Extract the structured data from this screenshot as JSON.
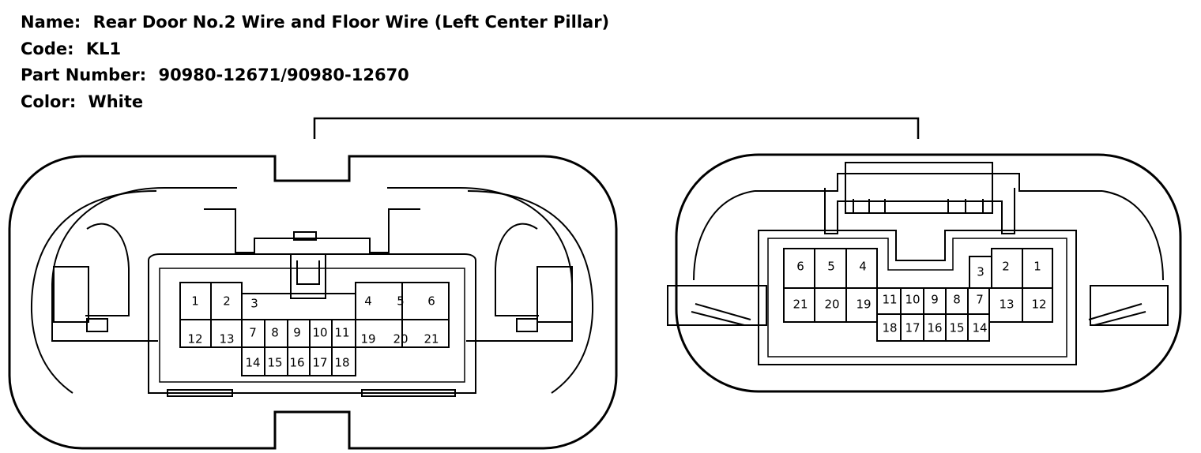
{
  "header": {
    "name_label": "Name:",
    "name_value": "Rear Door No.2 Wire and Floor Wire (Left Center Pillar)",
    "code_label": "Code:",
    "code_value": "KL1",
    "part_label": "Part Number:",
    "part_value": "90980-12671/90980-12670",
    "color_label": "Color:",
    "color_value": "White"
  },
  "left_connector": {
    "pins": [
      "1",
      "2",
      "3",
      "4",
      "5",
      "6",
      "7",
      "8",
      "9",
      "10",
      "11",
      "12",
      "13",
      "14",
      "15",
      "16",
      "17",
      "18",
      "19",
      "20",
      "21"
    ]
  },
  "right_connector": {
    "pins": [
      "1",
      "2",
      "3",
      "4",
      "5",
      "6",
      "7",
      "8",
      "9",
      "10",
      "11",
      "12",
      "13",
      "14",
      "15",
      "16",
      "17",
      "18",
      "19",
      "20",
      "21"
    ]
  }
}
